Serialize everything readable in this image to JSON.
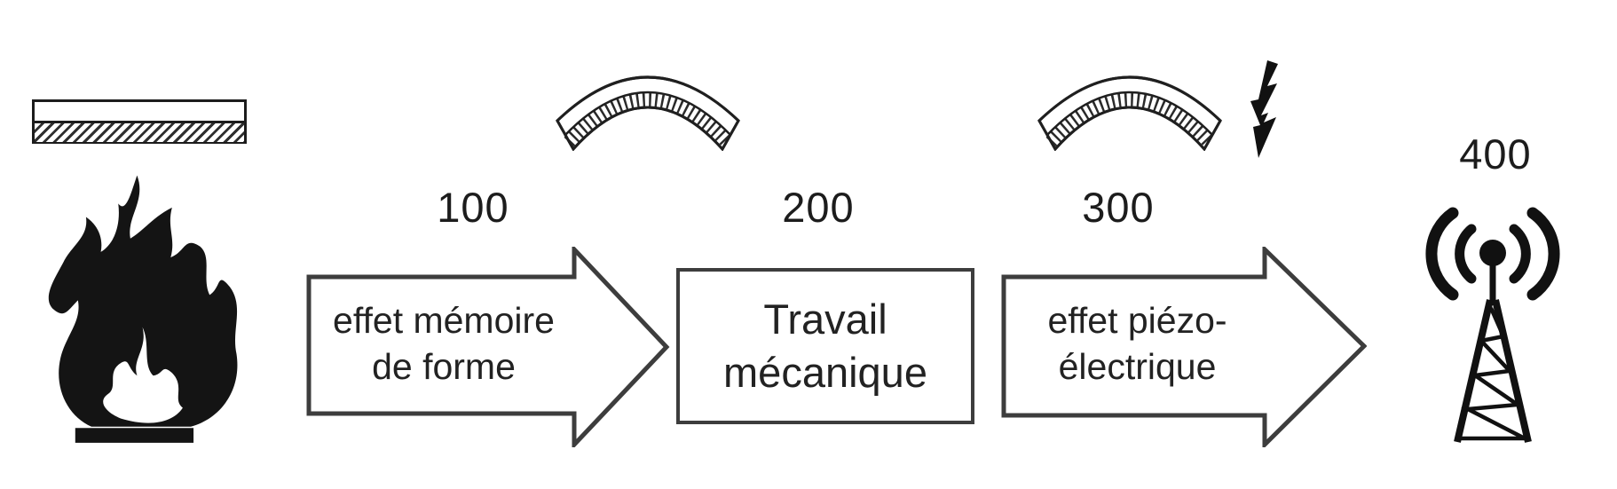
{
  "diagram": {
    "title_semantics": "energy harvesting chain from heat to radio emission",
    "source": {
      "icon": "flame-icon",
      "strip_icon": "bilayer-strip-flat-icon"
    },
    "steps": [
      {
        "ref": "100",
        "type": "arrow",
        "lines": [
          "effet mémoire",
          "de forme"
        ]
      },
      {
        "ref": "200",
        "type": "box",
        "lines": [
          "Travail",
          "mécanique"
        ]
      },
      {
        "ref": "300",
        "type": "arrow",
        "lines": [
          "effet piézo-",
          "électrique"
        ]
      },
      {
        "ref": "400",
        "type": "icon",
        "lines": []
      }
    ],
    "icons": [
      "bilayer-strip-flat-icon",
      "flame-icon",
      "bilayer-strip-bent-icon",
      "bilayer-strip-bent-icon",
      "lightning-bolt-icon",
      "antenna-icon"
    ],
    "colors": {
      "background": "#ffffff",
      "ink": "#1c1c1c",
      "outline": "#3d3d3d",
      "hatch": "#2f2f2f"
    }
  }
}
